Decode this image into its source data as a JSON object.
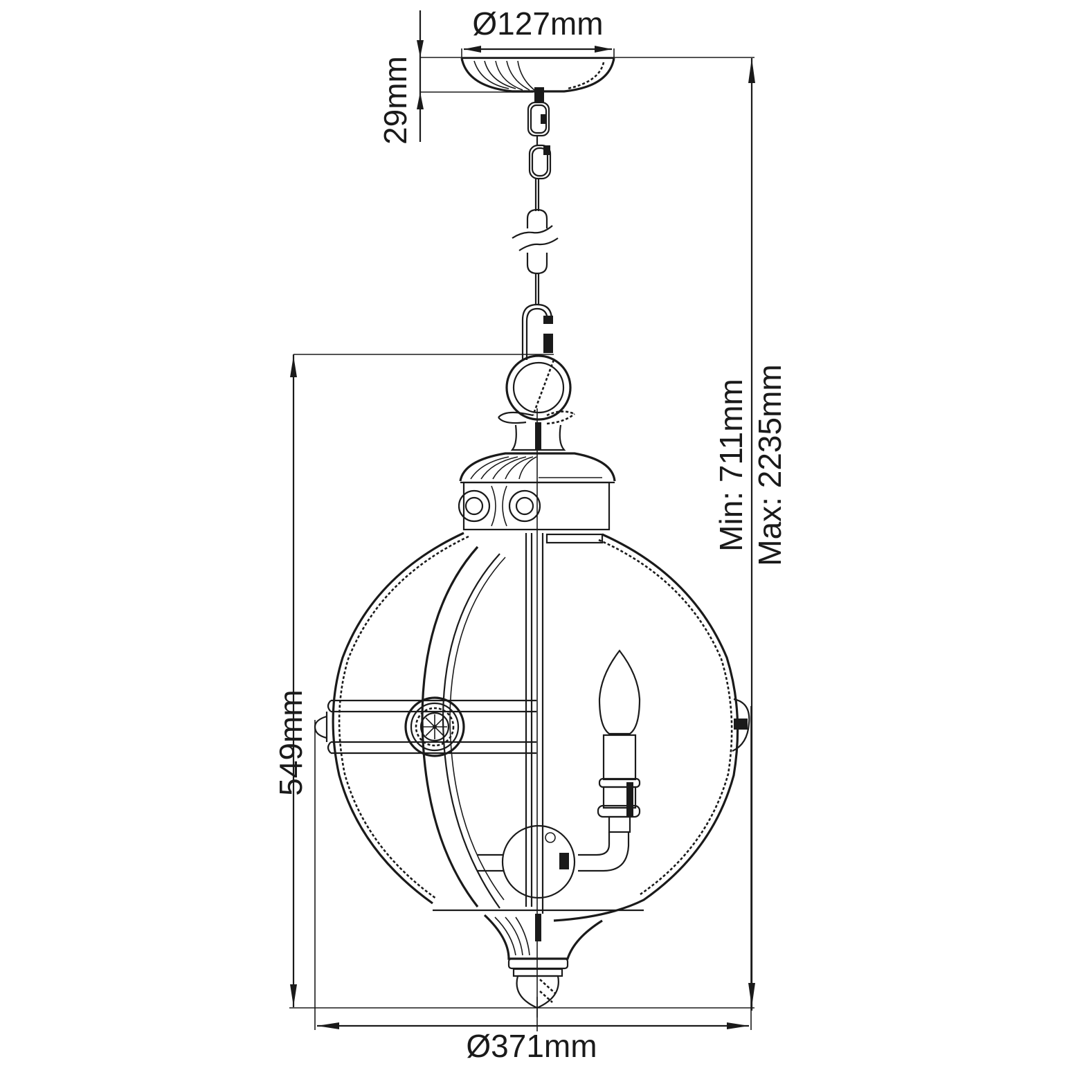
{
  "diagram": {
    "subject": "Globe pendant lantern technical dimension drawing",
    "colors": {
      "line": "#1a1a1a",
      "background": "#ffffff"
    },
    "dimensions": {
      "canopy_diameter": "Ø127mm",
      "canopy_height": "29mm",
      "body_height": "549mm",
      "overall_height_min": "Min: 711mm",
      "overall_height_max": "Max: 2235mm",
      "body_diameter": "Ø371mm"
    },
    "components": [
      "ceiling-canopy",
      "chain",
      "suspension-ring",
      "top-finial",
      "crown-cap",
      "globe-frame",
      "center-medallion",
      "candle-bulb",
      "candle-holder-arm",
      "central-hub",
      "bottom-finial"
    ]
  }
}
